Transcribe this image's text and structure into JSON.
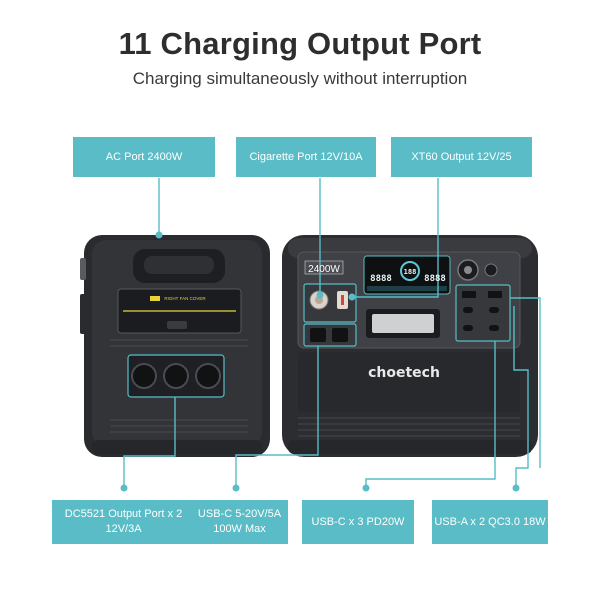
{
  "header": {
    "title": "11 Charging Output Port",
    "subtitle": "Charging simultaneously without interruption"
  },
  "top_labels": [
    {
      "text": "AC Port  2400W"
    },
    {
      "text": "Cigarette Port   12V/10A"
    },
    {
      "text": "XT60 Output  12V/25"
    }
  ],
  "bottom_labels": [
    {
      "line1": "DC5521 Output  Port x 2",
      "line2": "12V/3A"
    },
    {
      "line1": "USB-C 5-20V/5A",
      "line2": "100W Max"
    },
    {
      "line1": "USB-C x 3   PD20W",
      "line2": ""
    },
    {
      "line1": "USB-A x 2    QC3.0 18W",
      "line2": ""
    }
  ],
  "device": {
    "brand": "choetech",
    "power_badge": "2400W",
    "display_digits": [
      "8888",
      "188",
      "8888"
    ],
    "fan_cover_label": "RIGHT FAN COVER"
  },
  "colors": {
    "accent": "#59bcc6",
    "device_body": "#2c2d30",
    "device_frame": "#3a3b3f",
    "title": "#2e2e2e"
  }
}
